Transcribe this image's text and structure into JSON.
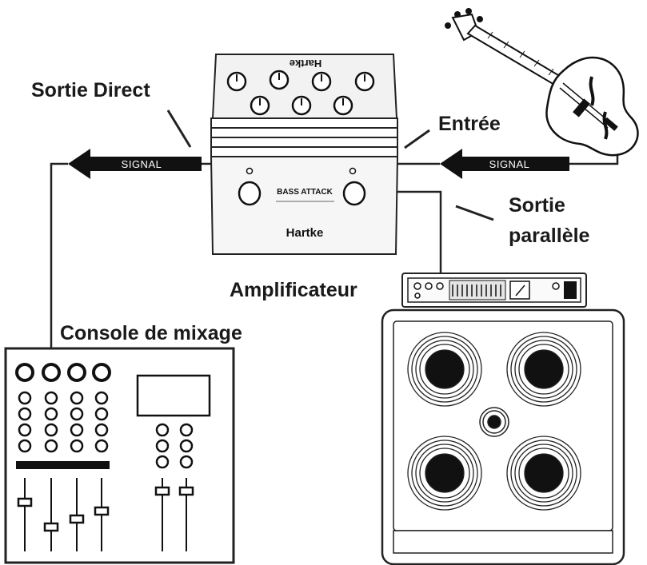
{
  "labels": {
    "direct_out": "Sortie Direct",
    "input": "Entrée",
    "parallel_out_line1": "Sortie",
    "parallel_out_line2": "parallèle",
    "amplifier": "Amplificateur",
    "mixer": "Console de mixage"
  },
  "signal_arrows": {
    "left": "SIGNAL",
    "right": "SIGNAL"
  },
  "pedal": {
    "brand_top": "Hartke",
    "model": "BASS ATTACK",
    "brand_bottom": "Hartke"
  }
}
